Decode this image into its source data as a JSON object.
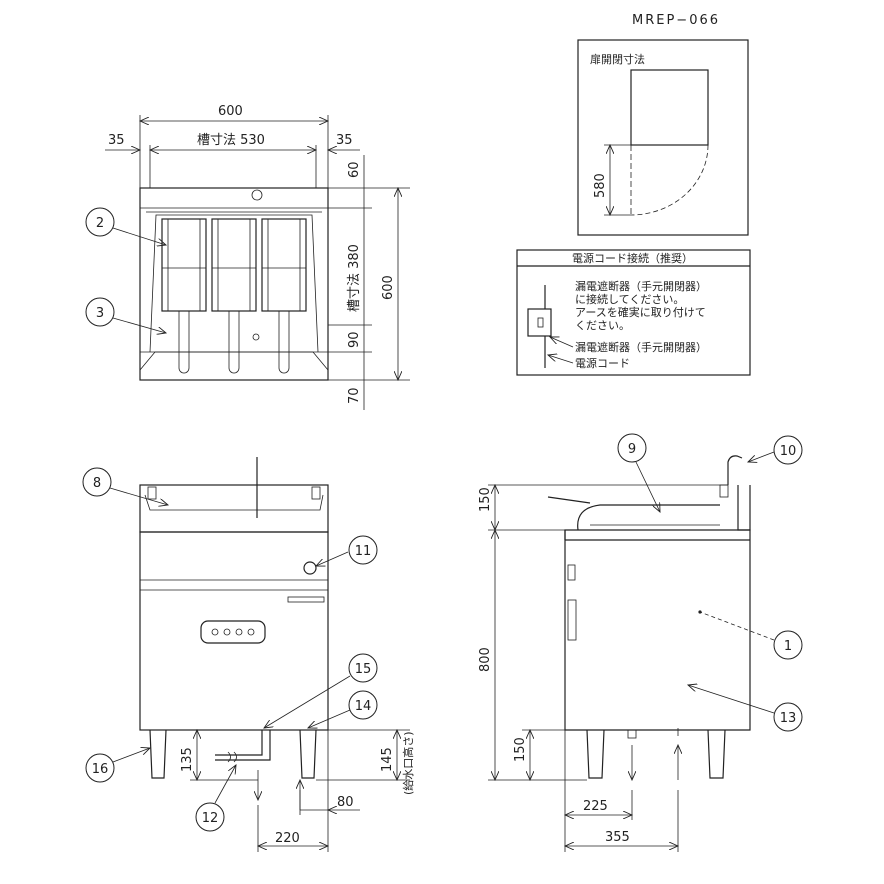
{
  "model": "MREP−066",
  "plan_view": {
    "width_total": "600",
    "tank_width": "槽寸法 530",
    "margin_left": "35",
    "margin_right": "35",
    "top_margin": "60",
    "tank_depth": "槽寸法 380",
    "front_margin": "90",
    "bottom": "70",
    "depth_total": "600"
  },
  "door_box": {
    "title": "扉開閉寸法",
    "dimension": "580"
  },
  "power_box": {
    "title": "電源コード接続（推奨）",
    "lines": [
      "漏電遮断器（手元開閉器）",
      "に接続してください。",
      "アースを確実に取り付けて",
      "ください。"
    ],
    "breaker_label": "漏電遮断器（手元開閉器）",
    "cord_label": "電源コード"
  },
  "front_view": {
    "drain_height": "135",
    "water_inlet_height": "145",
    "water_inlet_note": "(給水口高さ)",
    "offset_80": "80",
    "offset_220": "220"
  },
  "side_view": {
    "top_height": "150",
    "body_height": "800",
    "leg_height": "150",
    "offset_225": "225",
    "offset_355": "355"
  },
  "callouts": [
    "1",
    "2",
    "3",
    "8",
    "9",
    "10",
    "11",
    "12",
    "13",
    "14",
    "15",
    "16"
  ]
}
